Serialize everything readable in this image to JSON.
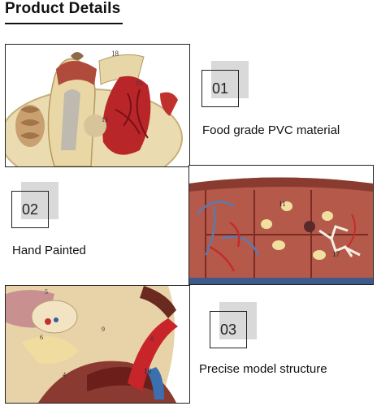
{
  "heading": "Product Details",
  "features": [
    {
      "number": "01",
      "caption": "Food grade PVC material",
      "photo": "digestive-model-closeup"
    },
    {
      "number": "02",
      "caption": "Hand Painted",
      "photo": "tissue-block-closeup"
    },
    {
      "number": "03",
      "caption": "Precise model structure",
      "photo": "kidney-vessel-closeup"
    }
  ],
  "photo_labels": {
    "photo1": [
      "18",
      "13",
      "15"
    ],
    "photo2": [
      "11",
      "17"
    ],
    "photo3": [
      "5",
      "6",
      "9",
      "8",
      "10",
      "4"
    ]
  }
}
